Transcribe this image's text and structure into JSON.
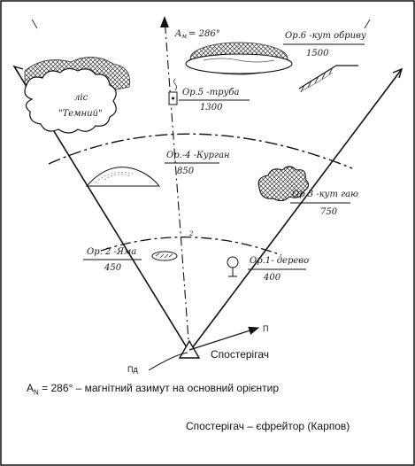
{
  "azimuth": {
    "label_prefix": "A",
    "label_sub": "м",
    "label_value": "= 286°"
  },
  "landmarks": [
    {
      "id": "op1",
      "name": "Ор.1- дерево",
      "distance": "400"
    },
    {
      "id": "op2",
      "name": "Ор. 2 -Яма",
      "distance": "450"
    },
    {
      "id": "op3",
      "name": "Ор.3 -кут гаю",
      "distance": "750"
    },
    {
      "id": "op4",
      "name": "Ор.-4 -Курган",
      "distance": "850"
    },
    {
      "id": "op5",
      "name": "Ор.5 -труба",
      "distance": "1300"
    },
    {
      "id": "op6",
      "name": "Ор.6 -кут обриву",
      "distance": "1500"
    }
  ],
  "forest": {
    "line1": "ліс",
    "line2": "\"Темний\""
  },
  "markers": {
    "ring": "2",
    "p": "П",
    "pd": "Пд"
  },
  "observer_label": "Спостерігач",
  "legend": {
    "azimuth_prefix": "A",
    "azimuth_sub": "N",
    "azimuth_rest": " = 286° – магнітний азимут на основний орієнтир",
    "observer_line": "Спостерігач – єфрейтор (Карпов)"
  }
}
